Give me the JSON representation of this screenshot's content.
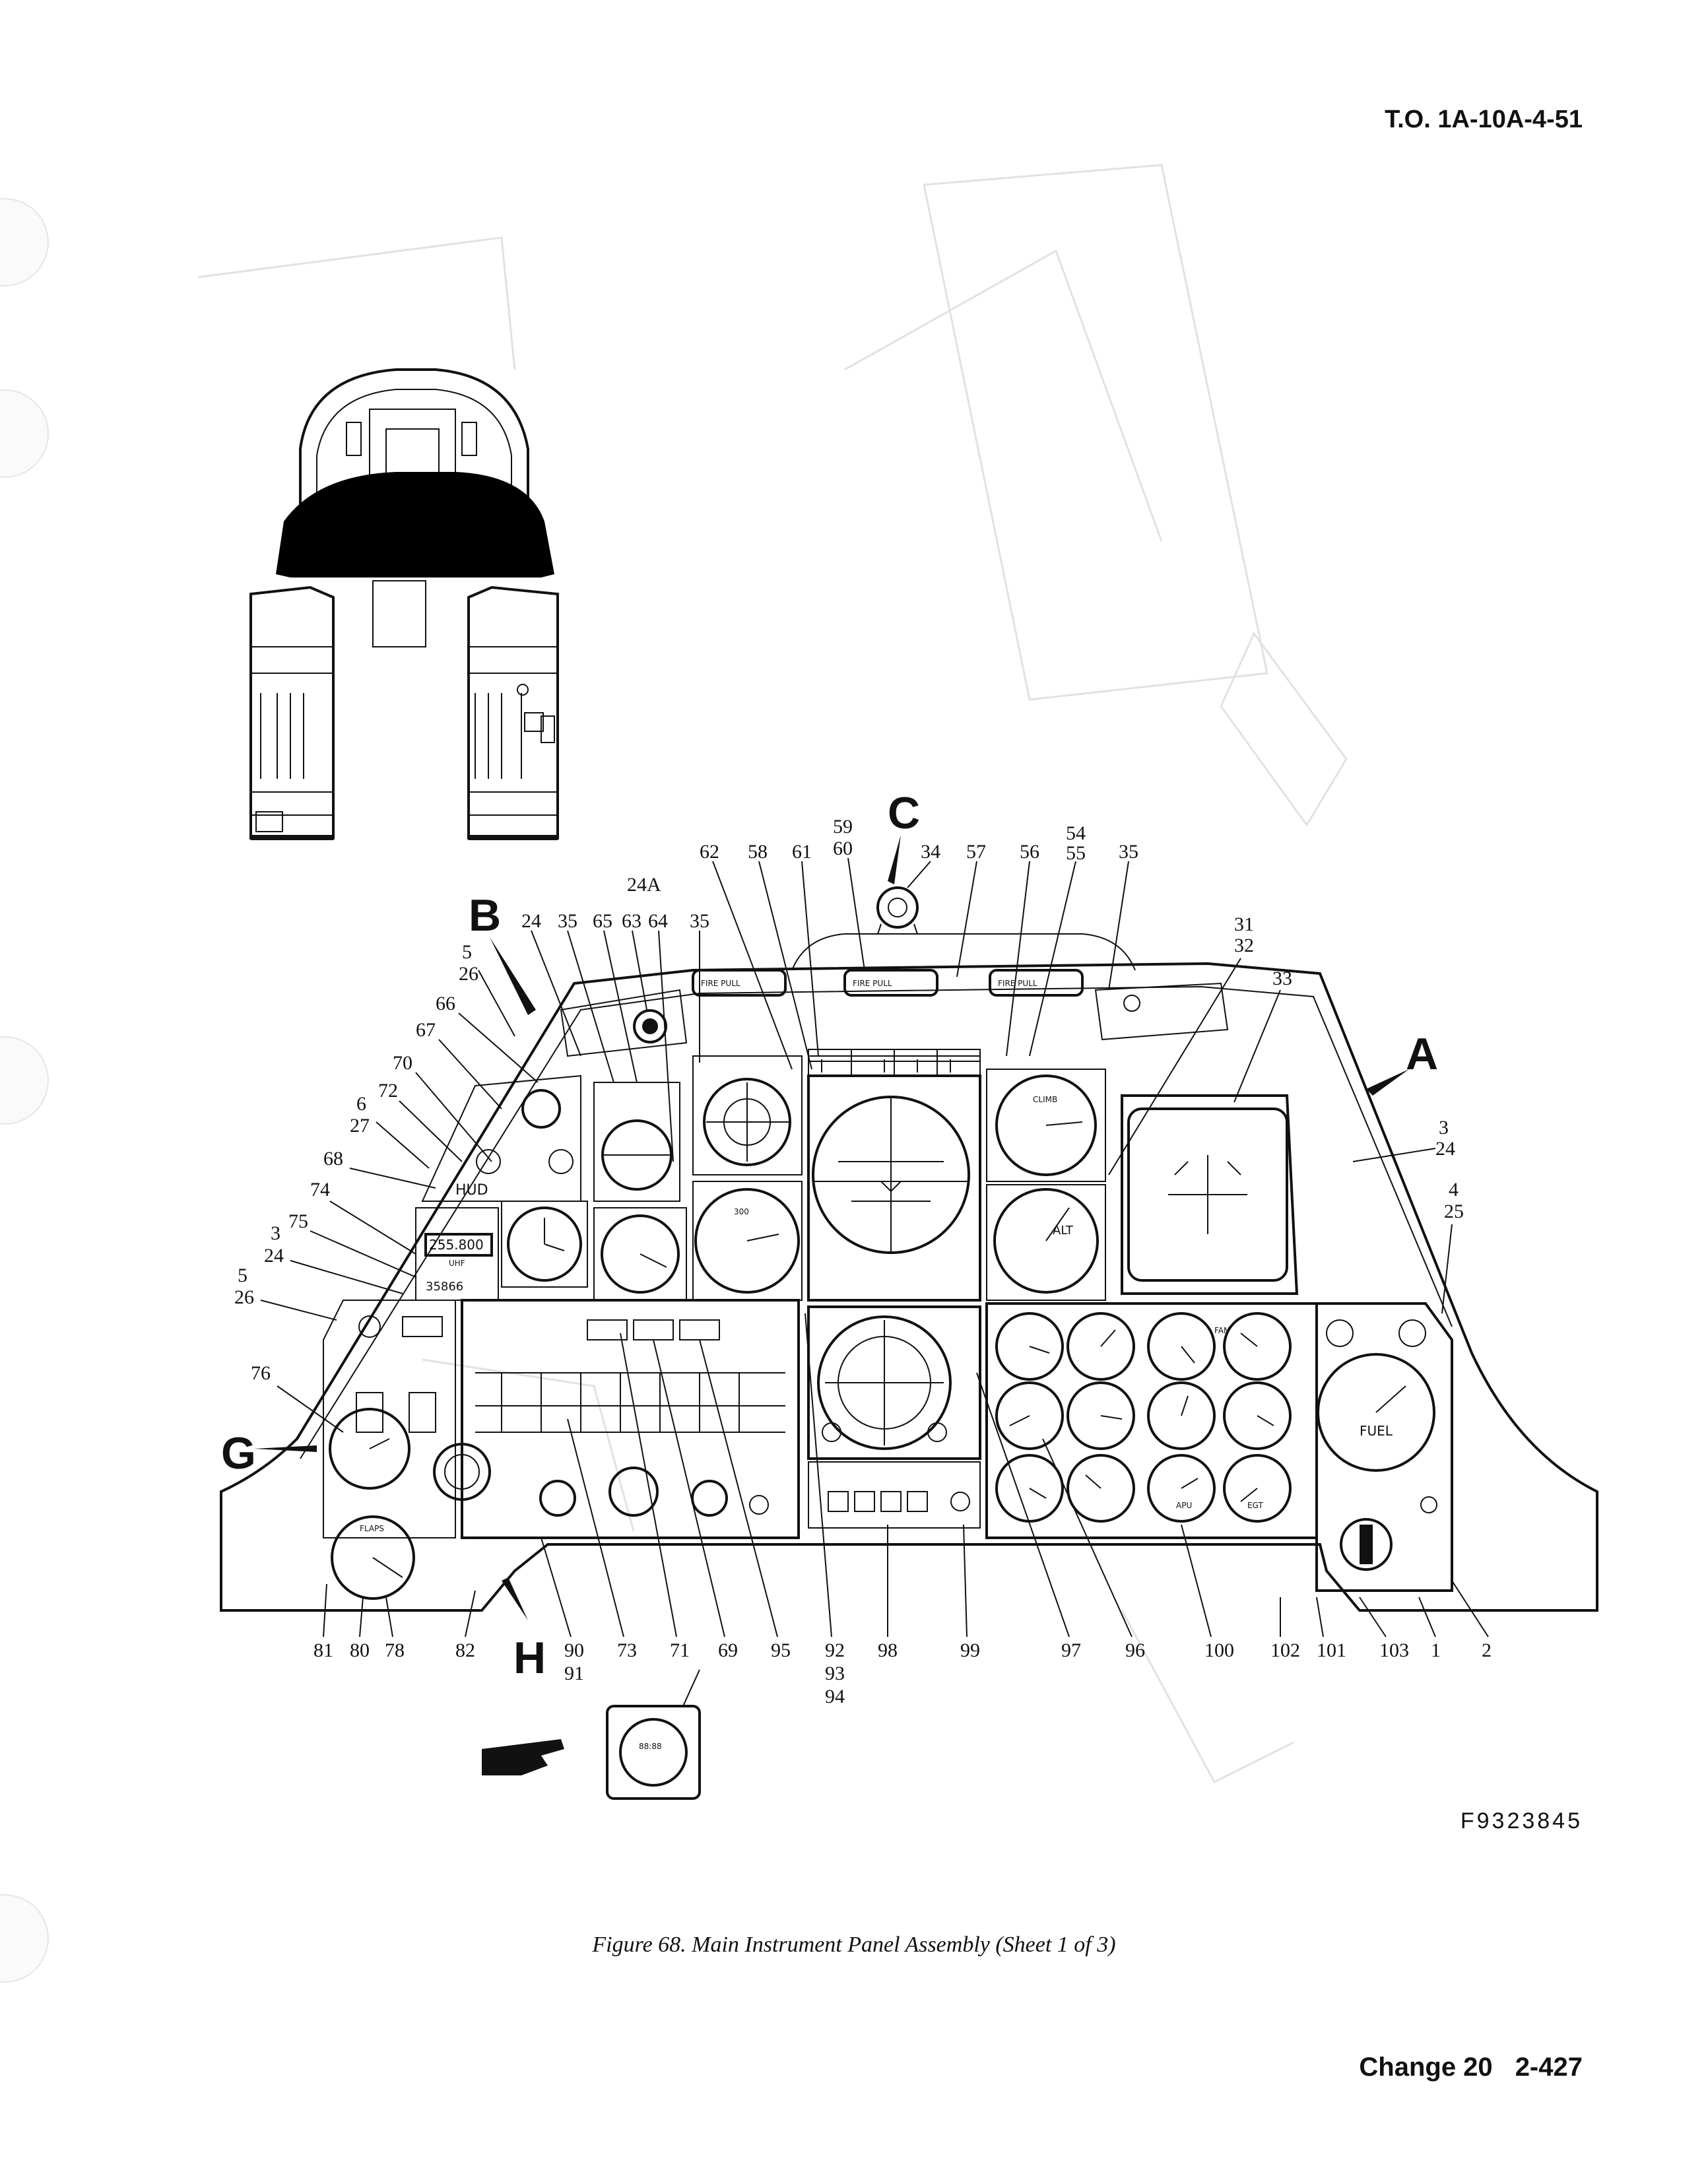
{
  "document": {
    "header_id": "T.O. 1A-10A-4-51",
    "figure_id": "F9323845",
    "caption": "Figure 68.  Main Instrument Panel Assembly (Sheet 1 of 3)",
    "footer_change": "Change 20",
    "footer_page": "2-427"
  },
  "detail_letters": {
    "a": "A",
    "b": "B",
    "c": "C",
    "g": "G",
    "h": "H"
  },
  "callouts": {
    "top": [
      "59",
      "60",
      "54",
      "55",
      "62",
      "58",
      "61",
      "34",
      "57",
      "56",
      "35",
      "24A",
      "24",
      "35",
      "65",
      "63",
      "64",
      "35"
    ],
    "left": [
      "5",
      "26",
      "66",
      "67",
      "70",
      "6",
      "27",
      "72",
      "68",
      "74",
      "75",
      "3",
      "24",
      "5",
      "26",
      "76"
    ],
    "right": [
      "31",
      "32",
      "33",
      "3",
      "24",
      "4",
      "25"
    ],
    "bottom": [
      "81",
      "80",
      "78",
      "82",
      "90",
      "91",
      "73",
      "71",
      "69",
      "95",
      "92",
      "93",
      "94",
      "98",
      "99",
      "97",
      "96",
      "100",
      "102",
      "101",
      "103",
      "1",
      "2"
    ]
  },
  "panel_labels": {
    "fire_left": "FIRE PULL",
    "fire_center": "FIRE PULL",
    "fire_right": "FIRE PULL",
    "hud": "HUD",
    "uhf": "UHF",
    "uhf_freq": "255.800",
    "uhf_serial": "35866",
    "fuel": "FUEL",
    "alt": "ALT",
    "climb": "CLIMB",
    "flaps": "FLAPS",
    "apu": "APU",
    "egt": "EGT",
    "fan": "FAN"
  }
}
